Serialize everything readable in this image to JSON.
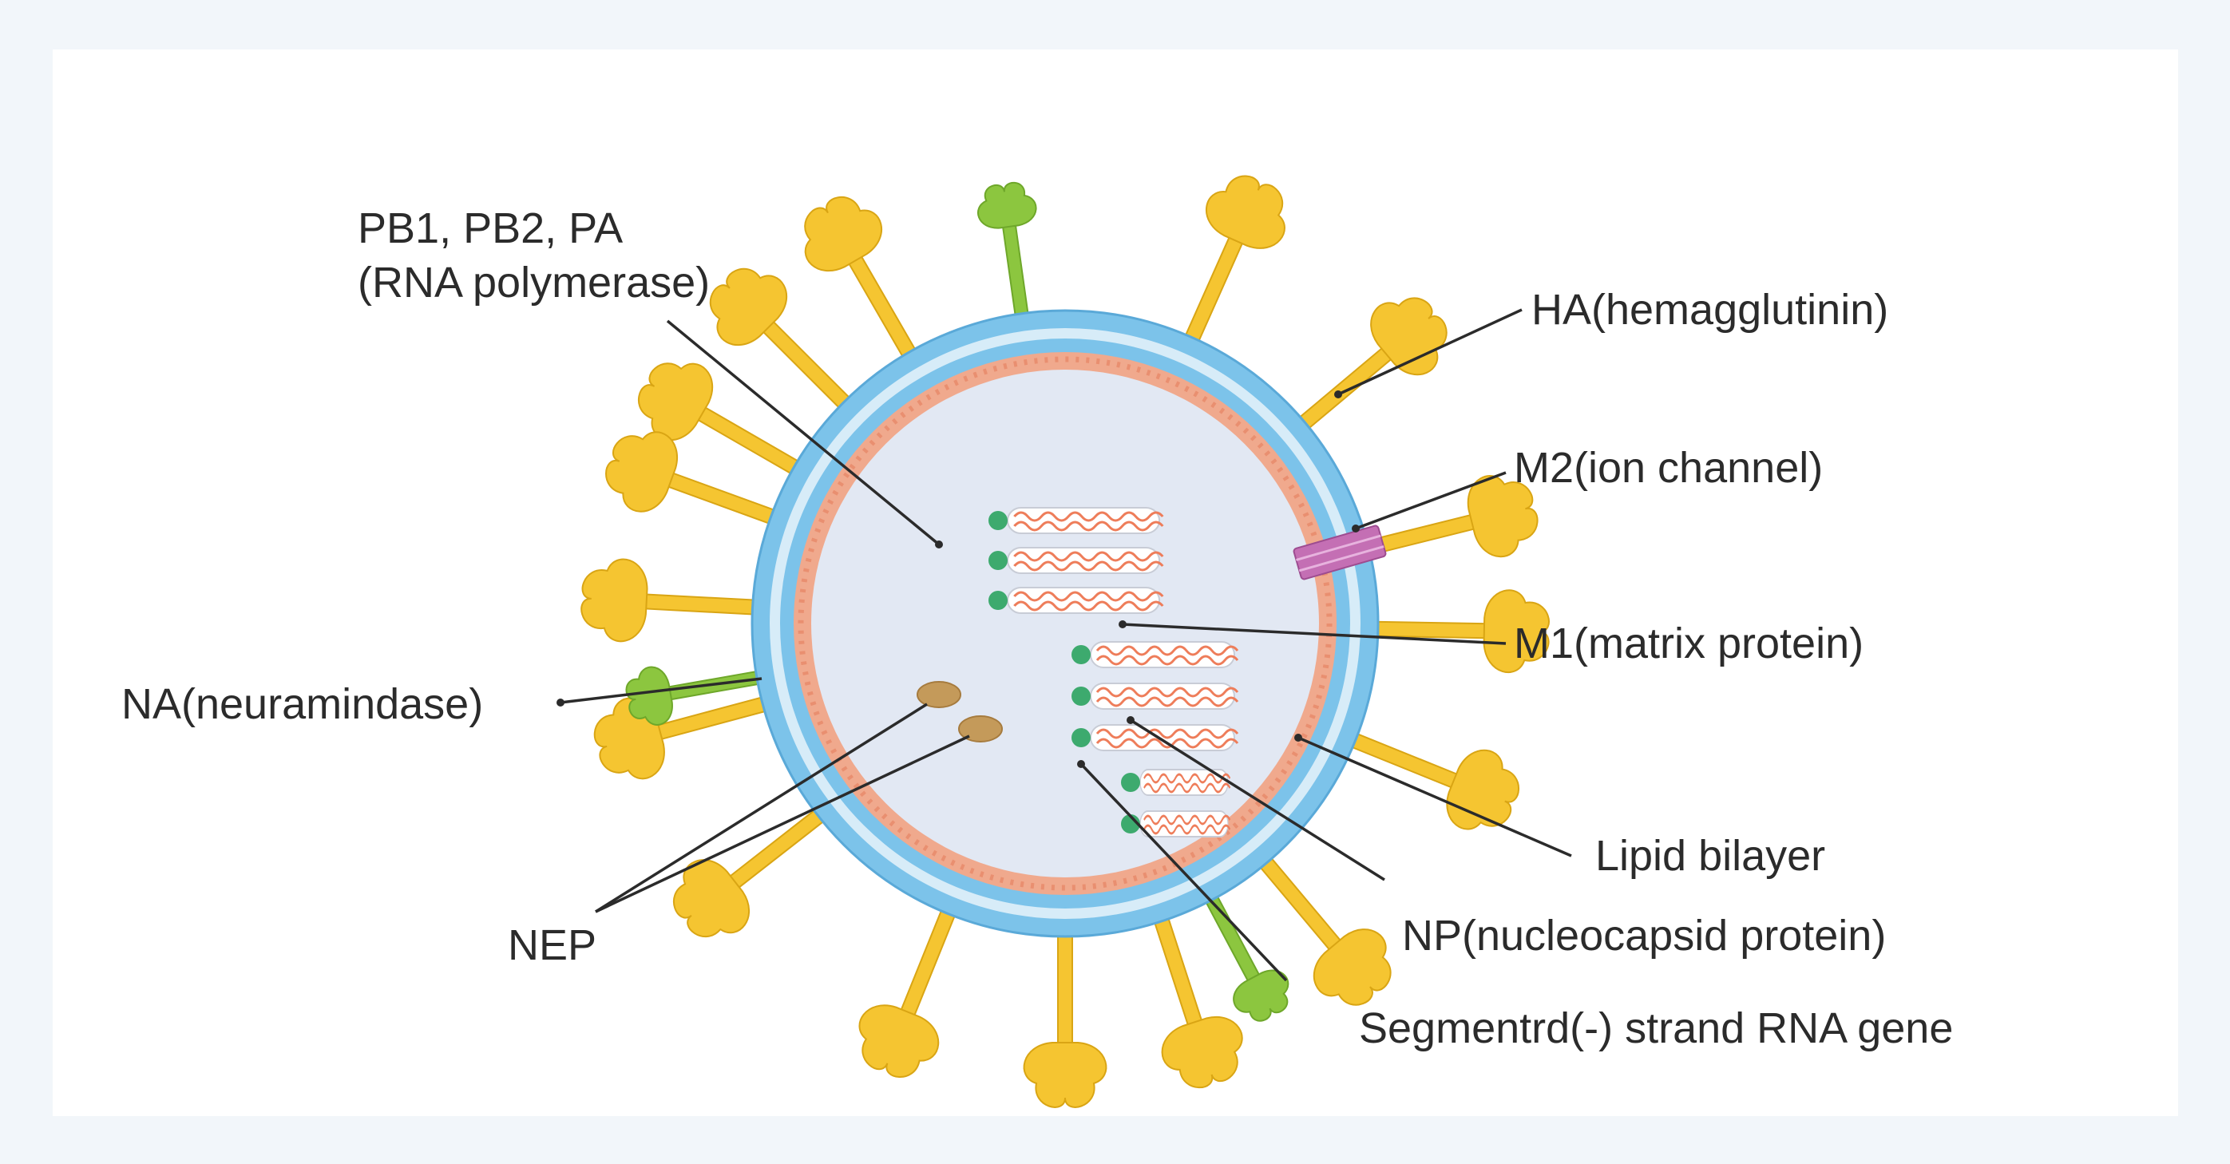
{
  "labels": {
    "polymerase_line1": "PB1, PB2, PA",
    "polymerase_line2": "(RNA polymerase)",
    "ha": "HA(hemagglutinin)",
    "m2": "M2(ion channel)",
    "m1": "M1(matrix protein)",
    "na": "NA(neuramindase)",
    "lipid": "Lipid bilayer",
    "np": "NP(nucleocapsid protein)",
    "nep": "NEP",
    "rna": "Segmentrd(-) strand RNA gene"
  },
  "colors": {
    "background": "#f2f6fa",
    "panel": "#ffffff",
    "outer_membrane": "#7cc3ea",
    "membrane_border": "#5aa9d8",
    "membrane_gap": "#d7ecf8",
    "matrix_layer": "#f0a98d",
    "core": "#e2e8f3",
    "ha_spike": "#f5c531",
    "ha_outline": "#d9a514",
    "na_spike": "#8cc63f",
    "m2_channel": "#c46fb4",
    "nep": "#c49a5a",
    "rna_strand": "#ee7d5a",
    "polymerase_dot": "#3daa6e",
    "text": "#2b2b2b"
  }
}
